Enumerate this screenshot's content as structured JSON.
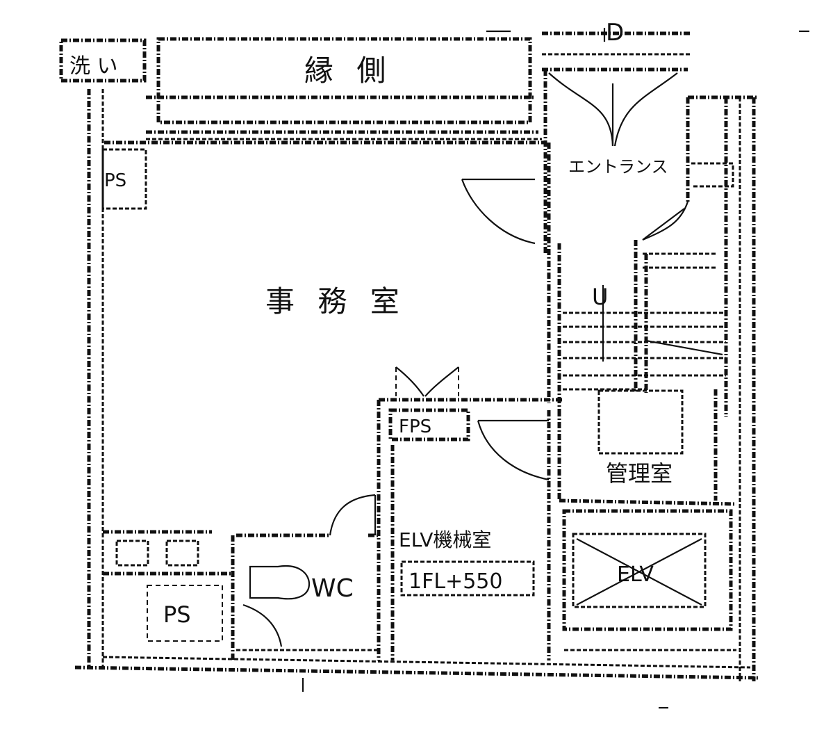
{
  "labels": {
    "top_left": "洗 い",
    "balcony": "縁 側",
    "dimension_mark": "D",
    "entrance": "エントランス",
    "office": "事 務 室",
    "ps_left_closet": "PS",
    "fps": "FPS",
    "stair_up": "U",
    "manager_room": "管理室",
    "elv_machine_room": "ELV機械室",
    "elv_level": "1FL+550",
    "wc": "WC",
    "ps": "PS",
    "elv": "ELV"
  },
  "colors": {
    "ink": "#111111",
    "paper": "#ffffff"
  }
}
